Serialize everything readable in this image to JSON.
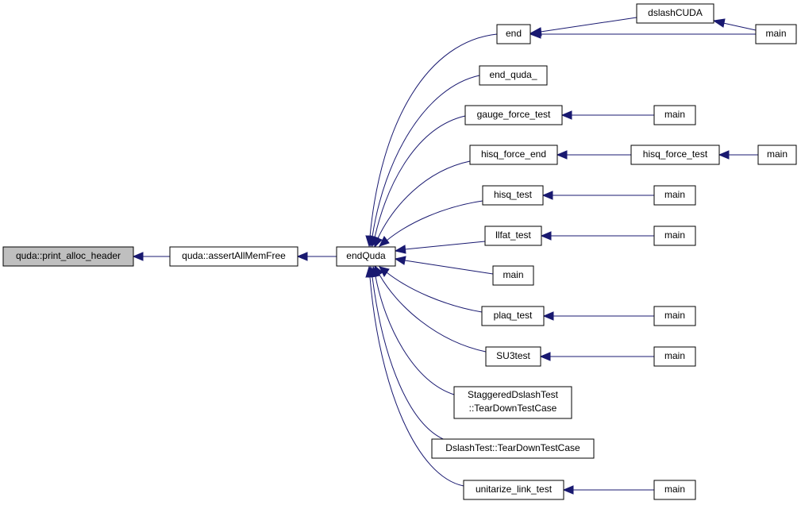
{
  "nodes": {
    "print_alloc_header": {
      "label": "quda::print_alloc_header"
    },
    "assertAllMemFree": {
      "label": "quda::assertAllMemFree"
    },
    "endQuda": {
      "label": "endQuda"
    },
    "end": {
      "label": "end"
    },
    "dslashCUDA": {
      "label": "dslashCUDA"
    },
    "main_end": {
      "label": "main"
    },
    "end_quda_": {
      "label": "end_quda_"
    },
    "gauge_force_test": {
      "label": "gauge_force_test"
    },
    "main_gauge": {
      "label": "main"
    },
    "hisq_force_end": {
      "label": "hisq_force_end"
    },
    "hisq_force_test": {
      "label": "hisq_force_test"
    },
    "main_hisq_force": {
      "label": "main"
    },
    "hisq_test": {
      "label": "hisq_test"
    },
    "main_hisq": {
      "label": "main"
    },
    "llfat_test": {
      "label": "llfat_test"
    },
    "main_llfat": {
      "label": "main"
    },
    "main_direct": {
      "label": "main"
    },
    "plaq_test": {
      "label": "plaq_test"
    },
    "main_plaq": {
      "label": "main"
    },
    "SU3test": {
      "label": "SU3test"
    },
    "main_su3": {
      "label": "main"
    },
    "staggered_teardown": {
      "label_line1": "StaggeredDslashTest",
      "label_line2": "::TearDownTestCase"
    },
    "dslash_teardown": {
      "label": "DslashTest::TearDownTestCase"
    },
    "unitarize_link_test": {
      "label": "unitarize_link_test"
    },
    "main_unitarize": {
      "label": "main"
    }
  },
  "colors": {
    "edge": "#191970",
    "highlight_fill": "#bfbfbf",
    "node_fill": "#ffffff",
    "node_stroke": "#000000"
  }
}
